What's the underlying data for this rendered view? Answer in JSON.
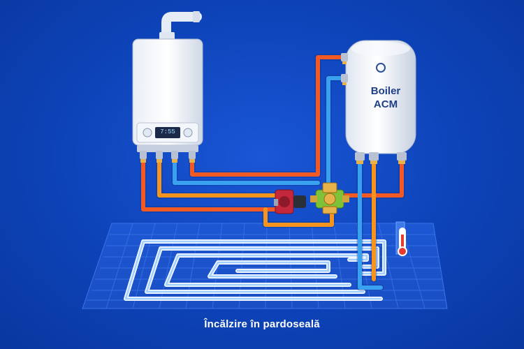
{
  "labels": {
    "storage_tank": "Boiler\nACM",
    "floor_heating": "Încălzire în pardoseală",
    "boiler_display": "7:55"
  },
  "colors": {
    "background": "#0d43b8",
    "hot_pipe": "#f15a24",
    "warm_pipe": "#f7941d",
    "cold_pipe": "#3aa0f0",
    "floor_grid": "#2a66e0",
    "floor_loop": "#d6ecff"
  },
  "icons": {
    "gas_boiler": "wall-boiler-icon",
    "storage_tank": "hot-water-cylinder-icon",
    "three_way_valve": "mixing-valve-icon",
    "pump": "circulation-pump-icon",
    "thermometer": "thermometer-icon"
  }
}
